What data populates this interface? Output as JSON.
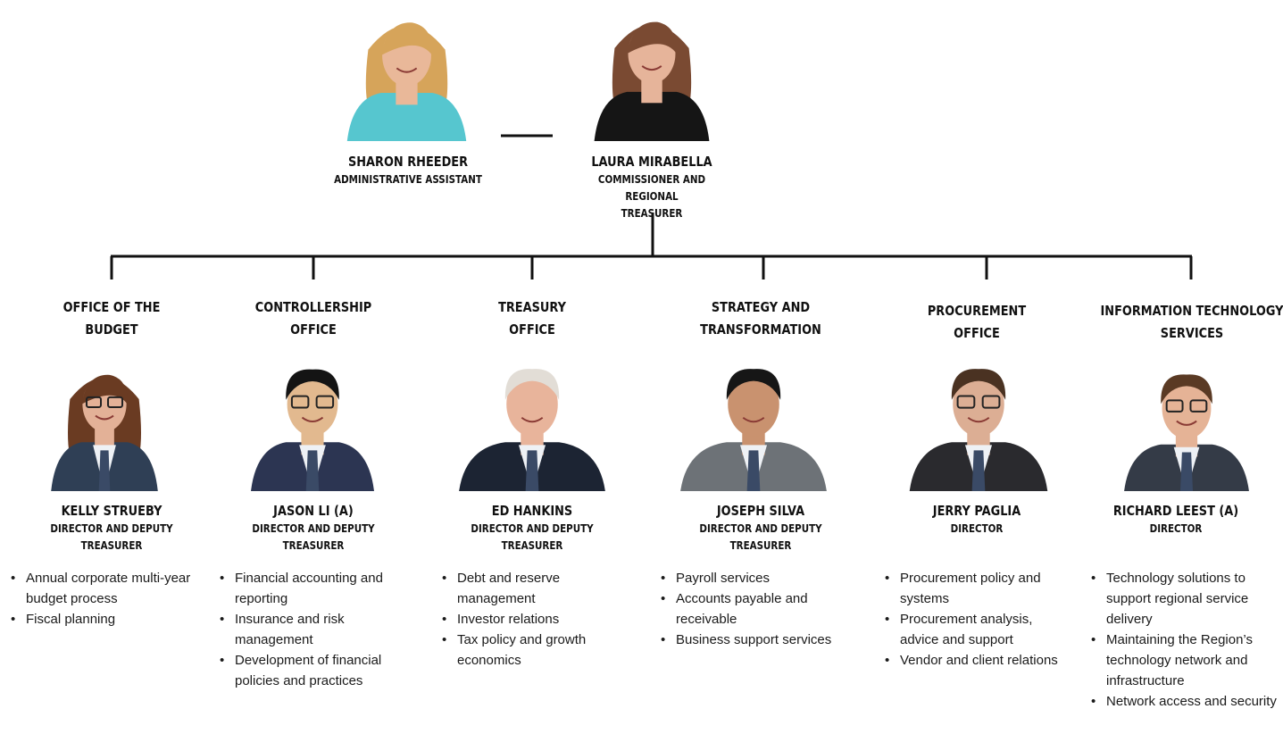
{
  "leaders": [
    {
      "name": "SHARON RHEEDER",
      "title": "ADMINISTRATIVE ASSISTANT",
      "skin": "#e9b899",
      "hair": "#d6a45a",
      "top": "#56c6cf"
    },
    {
      "name": "LAURA MIRABELLA",
      "title": "COMMISSIONER AND REGIONAL TREASURER",
      "skin": "#e6b49a",
      "hair": "#7a4a32",
      "top": "#151515"
    }
  ],
  "offices": [
    {
      "heading": "OFFICE OF THE BUDGET",
      "name": "KELLY STRUEBY",
      "title": "DIRECTOR AND DEPUTY TREASURER",
      "skin": "#e3b197",
      "hair": "#6a3b22",
      "suit": "#2f3f55",
      "glasses": true,
      "bullets": [
        "Annual corporate multi-year budget process",
        "Fiscal planning"
      ]
    },
    {
      "heading": "CONTROLLERSHIP OFFICE",
      "name": "JASON LI (A)",
      "title": "DIRECTOR AND DEPUTY TREASURER",
      "skin": "#e2b98f",
      "hair": "#141414",
      "suit": "#2c3552",
      "glasses": true,
      "bullets": [
        "Financial accounting and reporting",
        "Insurance and risk management",
        "Development of financial policies and practices"
      ]
    },
    {
      "heading": "TREASURY OFFICE",
      "name": "ED HANKINS",
      "title": "DIRECTOR AND DEPUTY TREASURER",
      "skin": "#e8b49b",
      "hair": "#e2ddd6",
      "suit": "#1c2433",
      "glasses": false,
      "bullets": [
        "Debt and reserve management",
        "Investor relations",
        "Tax policy and growth economics"
      ]
    },
    {
      "heading": "STRATEGY AND TRANSFORMATION",
      "name": "JOSEPH SILVA",
      "title": "DIRECTOR AND DEPUTY TREASURER",
      "skin": "#c9926f",
      "hair": "#161616",
      "suit": "#6d7277",
      "glasses": false,
      "bullets": [
        "Payroll services",
        "Accounts payable and receivable",
        "Business support services"
      ]
    },
    {
      "heading": "PROCUREMENT OFFICE",
      "name": "JERRY PAGLIA",
      "title": "DIRECTOR",
      "skin": "#dcae94",
      "hair": "#4a3222",
      "suit": "#2a2a2e",
      "glasses": true,
      "bullets": [
        "Procurement policy and systems",
        "Procurement analysis, advice and support",
        "Vendor and client relations"
      ]
    },
    {
      "heading": "INFORMATION TECHNOLOGY SERVICES",
      "name": "RICHARD LEEST (A)",
      "title": "DIRECTOR",
      "skin": "#e5b396",
      "hair": "#5a3a24",
      "suit": "#343b47",
      "glasses": true,
      "bullets": [
        "Technology solutions to support regional service delivery",
        "Maintaining the Region’s technology network and infrastructure",
        "Network access and security"
      ]
    }
  ]
}
